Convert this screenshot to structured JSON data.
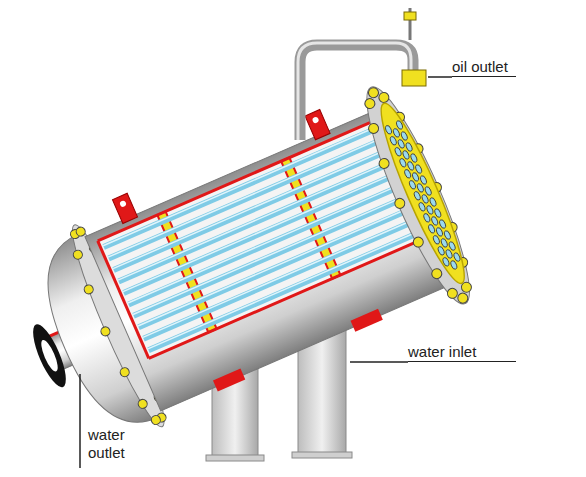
{
  "diagram": {
    "labels": [
      "oil outlet",
      "water inlet",
      "water outlet"
    ]
  }
}
